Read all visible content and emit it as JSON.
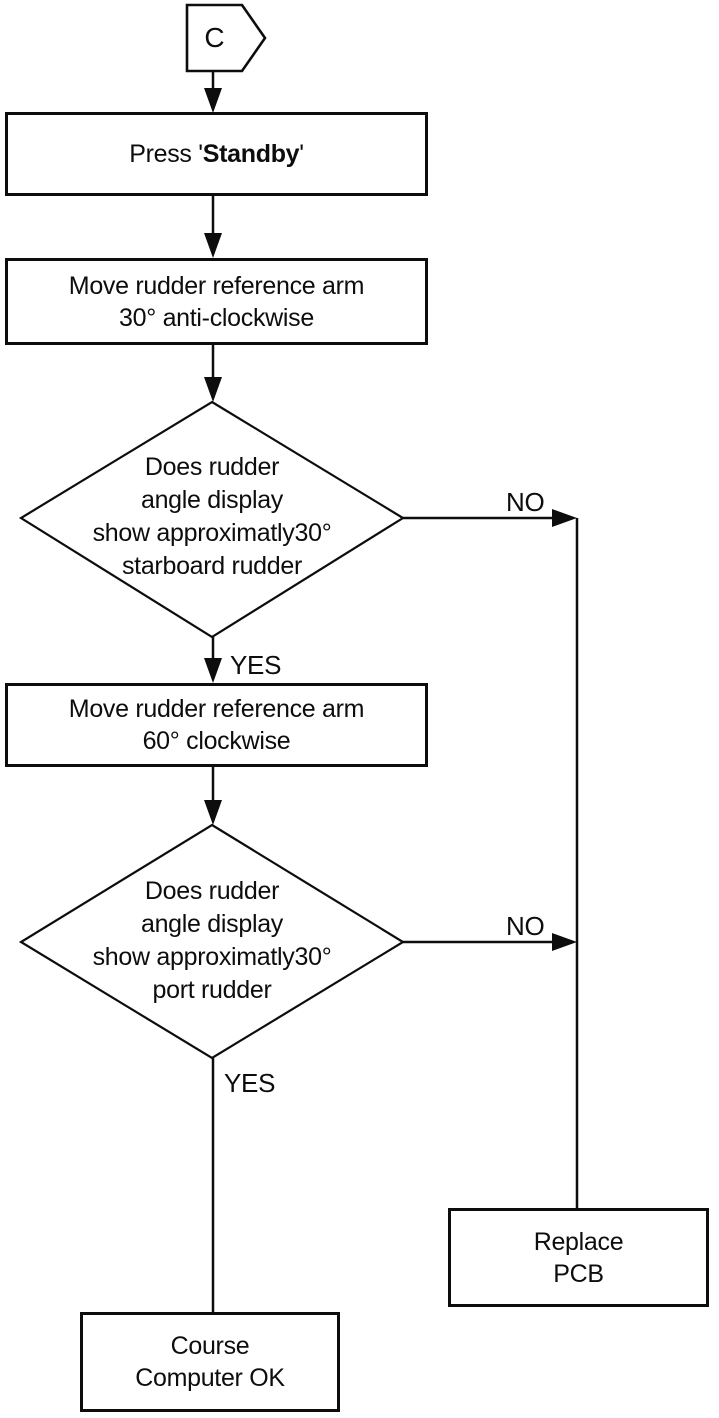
{
  "fc": {
    "connector_label": "C",
    "node_press": {
      "prefix": "Press '",
      "bold": "Standby",
      "suffix": "'"
    },
    "node_move30": {
      "line1": "Move rudder reference arm",
      "line2": "30° anti-clockwise"
    },
    "decision_starboard": {
      "line1": "Does rudder",
      "line2": "angle display",
      "line3": "show approximatly30°",
      "line4": "starboard rudder"
    },
    "node_move60": {
      "line1": "Move rudder reference arm",
      "line2": "60° clockwise"
    },
    "decision_port": {
      "line1": "Does rudder",
      "line2": "angle display",
      "line3": "show approximatly30°",
      "line4": "port rudder"
    },
    "node_replace": {
      "line1": "Replace",
      "line2": "PCB"
    },
    "node_course": {
      "line1": "Course",
      "line2": "Computer OK"
    },
    "labels": {
      "yes": "YES",
      "no": "NO"
    },
    "colors": {
      "line": "#0d0d0d",
      "background": "#ffffff"
    }
  }
}
